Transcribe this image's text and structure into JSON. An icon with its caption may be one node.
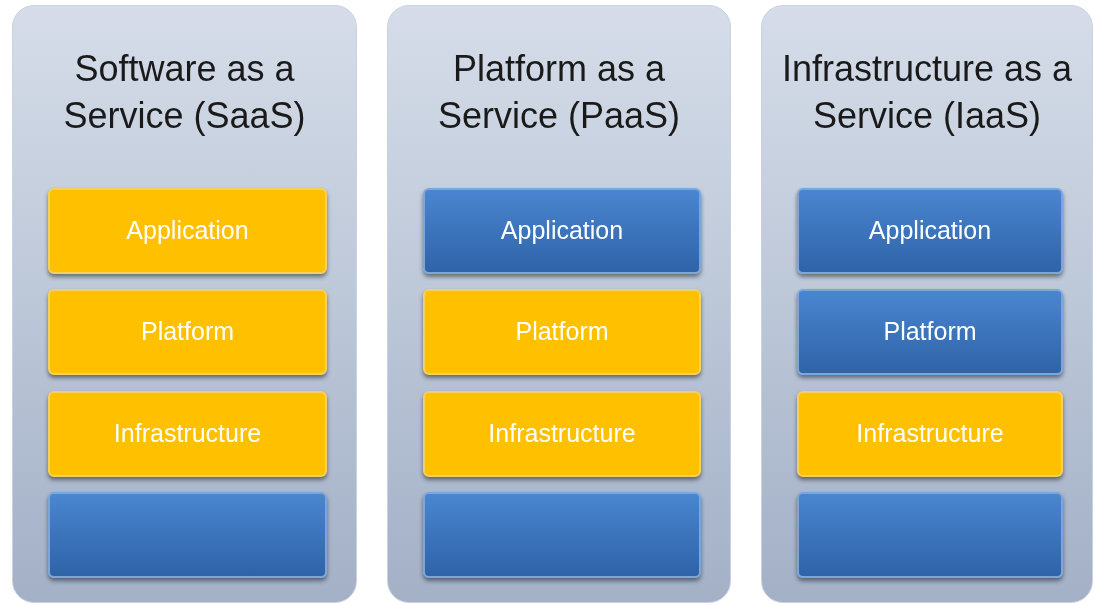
{
  "diagram": {
    "nodes": [
      {
        "text": [
          "Software as a Service (SaaS)"
        ]
      },
      {
        "text": [
          "Application"
        ],
        "in": 0
      },
      {
        "text": [
          "Platform"
        ],
        "in": 0
      },
      {
        "text": [
          "Infrastructure"
        ],
        "in": 0
      },
      {
        "text": [],
        "shape": "box",
        "in": 0
      },
      {
        "text": [
          "Platform as a Service (PaaS)"
        ]
      },
      {
        "text": [
          "Application"
        ],
        "in": 5
      },
      {
        "text": [
          "Platform"
        ],
        "in": 5
      },
      {
        "text": [
          "Infrastructure"
        ],
        "in": 5
      },
      {
        "text": [],
        "shape": "box",
        "in": 5
      },
      {
        "text": [
          "Infrastructure as a Service (IaaS)"
        ]
      },
      {
        "text": [
          "Application"
        ],
        "in": 10
      },
      {
        "text": [
          "Platform"
        ],
        "in": 10
      },
      {
        "text": [
          "Infrastructure"
        ],
        "in": 10
      },
      {
        "text": [],
        "shape": "box",
        "in": 10
      }
    ]
  }
}
